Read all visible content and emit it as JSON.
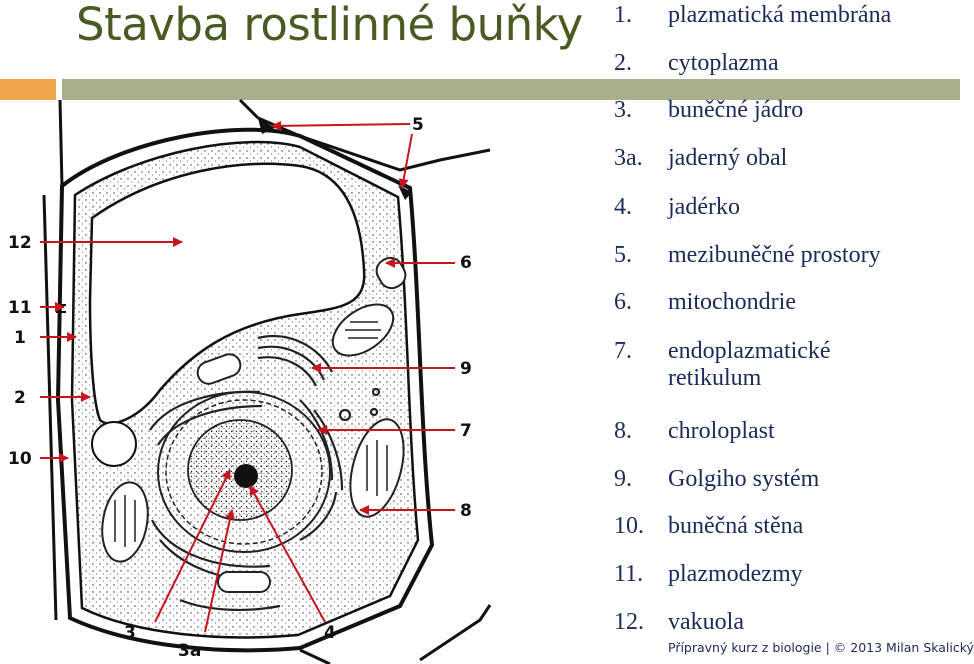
{
  "title": "Stavba rostlinné buňky",
  "colors": {
    "accent_orange": "#f0a64a",
    "accent_olive": "#a9ae8c",
    "title": "#4a5a23",
    "legend_text": "#1c2a5a",
    "pointer": "#c8141e"
  },
  "diagram_labels": [
    "5",
    "12",
    "6",
    "11",
    "1",
    "9",
    "2",
    "7",
    "10",
    "8",
    "3",
    "3a",
    "4"
  ],
  "legend": [
    {
      "num": "1.",
      "text": "plazmatická membrána"
    },
    {
      "num": "2.",
      "text": "cytoplazma"
    },
    {
      "num": "3.",
      "text": "buněčné jádro"
    },
    {
      "num": "3a.",
      "text": "jaderný obal"
    },
    {
      "num": "4.",
      "text": "jadérko"
    },
    {
      "num": "5.",
      "text": "mezibuněčné prostory"
    },
    {
      "num": "6.",
      "text": "mitochondrie"
    },
    {
      "num": "7.",
      "text": "endoplazmatické",
      "text2": "retikulum"
    },
    {
      "num": "8.",
      "text": "chroloplast"
    },
    {
      "num": "9.",
      "text": "Golgiho systém"
    },
    {
      "num": "10.",
      "text": "buněčná stěna"
    },
    {
      "num": "11.",
      "text": "plazmodezmy"
    },
    {
      "num": "12.",
      "text": "vakuola"
    }
  ],
  "footer": "Přípravný kurz z biologie | © 2013 Milan Skalický"
}
